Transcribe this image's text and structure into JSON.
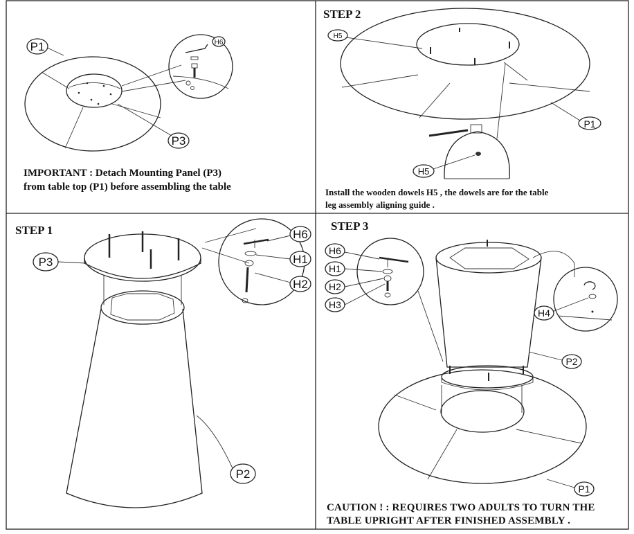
{
  "panels": {
    "important": {
      "note_line1": "IMPORTANT : Detach Mounting Panel (P3)",
      "note_line2": "from table top (P1) before assembling the table",
      "labels": {
        "p1": "P1",
        "p3": "P3",
        "h6": "H6"
      }
    },
    "step2": {
      "title": "STEP 2",
      "note_line1": "Install the wooden dowels H5 , the dowels are for the table",
      "note_line2": "leg assembly aligning guide .",
      "labels": {
        "h5_top": "H5",
        "h5_detail": "H5",
        "p1": "P1"
      }
    },
    "step1": {
      "title": "STEP 1",
      "labels": {
        "p3": "P3",
        "h6": "H6",
        "h1": "H1",
        "h2": "H2",
        "p2": "P2"
      }
    },
    "step3": {
      "title": "STEP 3",
      "caution_line1": "CAUTION !  : REQUIRES TWO ADULTS TO TURN THE",
      "caution_line2": "TABLE UPRIGHT AFTER FINISHED ASSEMBLY .",
      "labels": {
        "h6": "H6",
        "h1": "H1",
        "h2": "H2",
        "h3": "H3",
        "h4": "H4",
        "p2": "P2",
        "p1": "P1"
      }
    }
  }
}
